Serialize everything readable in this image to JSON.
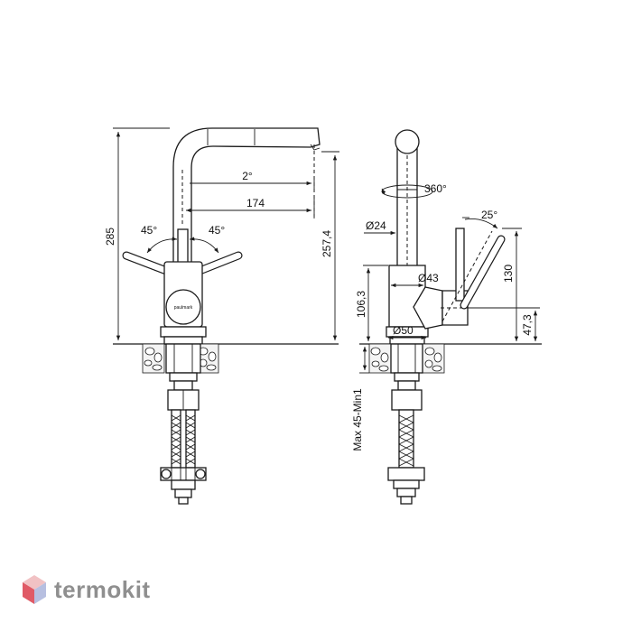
{
  "front_view": {
    "brand_label": "paulmark",
    "dim_height_total": "285",
    "dim_spout_height": "257,4",
    "dim_spout_reach": "174",
    "dim_spout_tilt": "2°",
    "dim_lever_left": "45°",
    "dim_lever_right": "45°"
  },
  "side_view": {
    "dim_rotation": "360°",
    "dim_spout_diameter": "Ø24",
    "dim_lever_angle": "25°",
    "dim_body_diameter": "Ø43",
    "dim_base_diameter": "Ø50",
    "dim_body_height": "106,3",
    "dim_lever_height": "130",
    "dim_lever_axis": "47,3",
    "dim_mount": "Max 45-Min1"
  },
  "watermark": {
    "text": "termokit",
    "colors": {
      "top": "#f1c2c4",
      "left": "#e05a66",
      "right": "#b7bfe0"
    }
  }
}
